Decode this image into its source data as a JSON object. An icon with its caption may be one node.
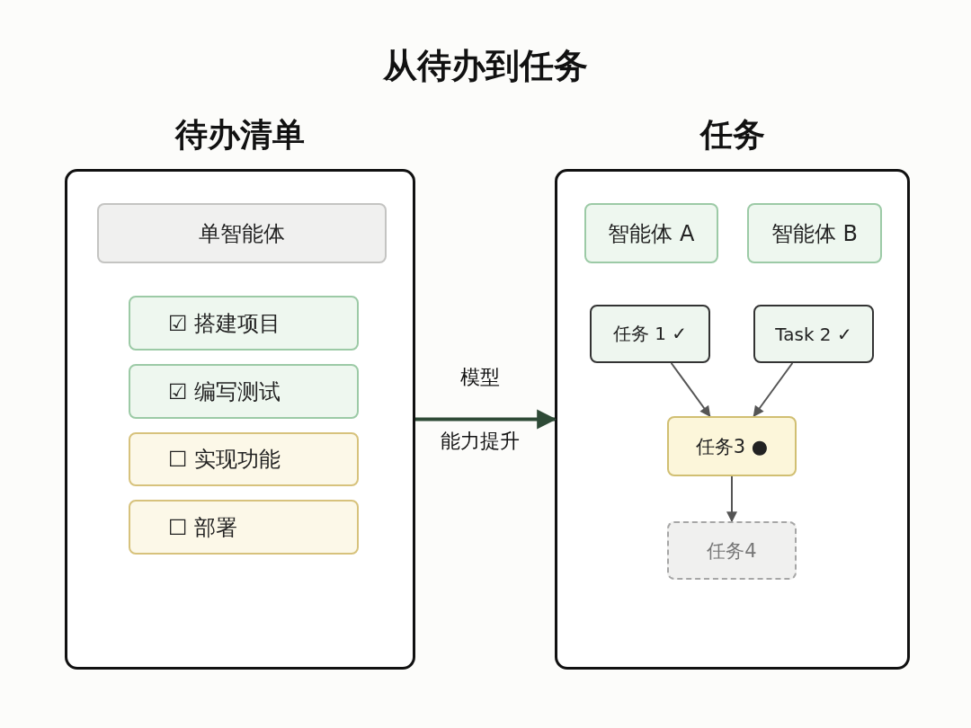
{
  "diagram": {
    "title": "从待办到任务",
    "nodes": [
      {
        "text": [
          "待办清单"
        ]
      },
      {
        "text": [
          "单智能体"
        ],
        "in": 0
      },
      {
        "text": [
          "☑ 搭建项目"
        ],
        "in": 0
      },
      {
        "text": [
          "☑ 编写测试"
        ],
        "in": 0
      },
      {
        "text": [
          "☐ 实现功能"
        ],
        "in": 0
      },
      {
        "text": [
          "☐ 部署"
        ],
        "in": 0
      },
      {
        "text": [
          "任务"
        ]
      },
      {
        "text": [
          "智能体 A"
        ],
        "in": 6
      },
      {
        "text": [
          "智能体 B"
        ],
        "in": 6
      },
      {
        "text": [
          "任务 1 ✓"
        ],
        "in": 6
      },
      {
        "text": [
          "Task 2 ✓"
        ],
        "in": 6
      },
      {
        "text": [
          "任务3 ●"
        ],
        "in": 6
      },
      {
        "text": [
          "任务4"
        ],
        "in": 6
      }
    ],
    "edges": [
      {
        "from": 0,
        "to": 6,
        "arrow": "to",
        "style": "thick",
        "color": "#2e4a36"
      },
      {
        "from": 9,
        "to": 11,
        "arrow": "to"
      },
      {
        "from": 10,
        "to": 11,
        "arrow": "to"
      },
      {
        "from": 11,
        "to": 12,
        "arrow": "to"
      }
    ],
    "labels": [
      "模型",
      "能力提升"
    ]
  }
}
